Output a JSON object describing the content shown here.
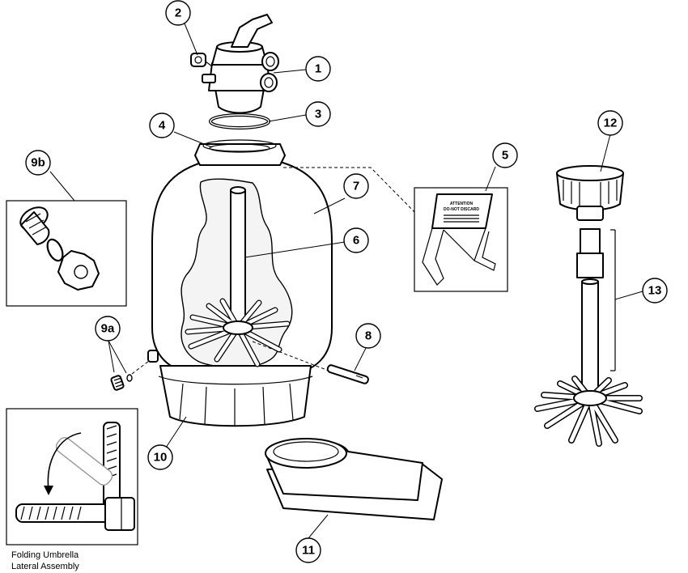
{
  "callouts": {
    "c1": "1",
    "c2": "2",
    "c3": "3",
    "c4": "4",
    "c5": "5",
    "c6": "6",
    "c7": "7",
    "c8": "8",
    "c9a": "9a",
    "c9b": "9b",
    "c10": "10",
    "c11": "11",
    "c12": "12",
    "c13": "13"
  },
  "inset": {
    "caption_line1": "Folding Umbrella",
    "caption_line2": "Lateral Assembly"
  },
  "warning_sign": {
    "title1": "ATTENTION",
    "title2": "DO-NOT DISCARD"
  },
  "colors": {
    "ink": "#000000",
    "tank_fill": "#ffffff",
    "sand_fill": "#f2f2f2"
  }
}
